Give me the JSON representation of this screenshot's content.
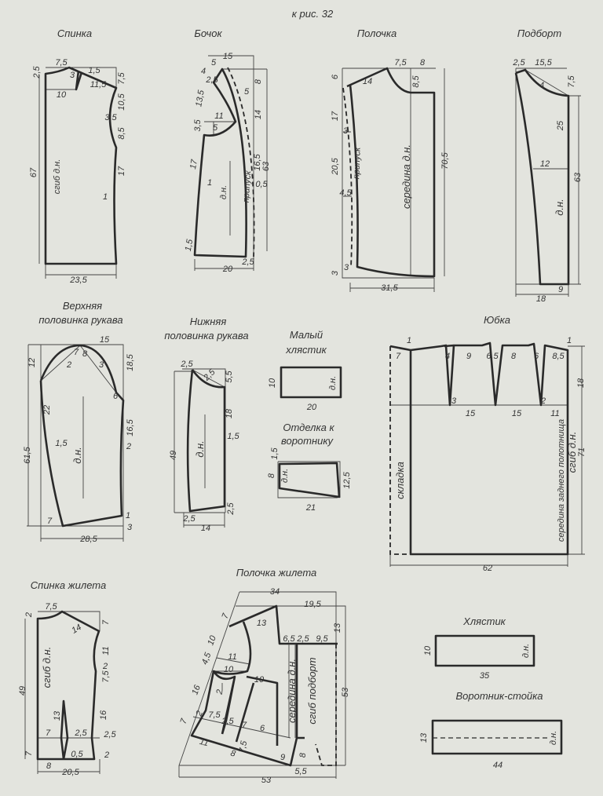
{
  "header": "к рис. 32",
  "spinka": {
    "title": "Спинка",
    "fold": "сгиб д.н.",
    "dims": [
      "2,5",
      "7,5",
      "3",
      "1,5",
      "11,5",
      "10",
      "7,5",
      "10,5",
      "3,5",
      "8,5",
      "17",
      "1",
      "67",
      "23,5"
    ]
  },
  "bochok": {
    "title": "Бочок",
    "grain": "д.н.",
    "allowance": "припуск",
    "dims": [
      "15",
      "5",
      "4",
      "2,5",
      "13,5",
      "5",
      "8",
      "11",
      "5",
      "3,5",
      "14",
      "17",
      "1",
      "16,5",
      "63",
      "0,5",
      "1,5",
      "2,5",
      "20"
    ]
  },
  "polochka": {
    "title": "Полочка",
    "allowance": "припуск",
    "center": "середина д.н.",
    "dims": [
      "7,5",
      "8",
      "6",
      "14",
      "8,5",
      "17",
      "3",
      "20,5",
      "4,5",
      "3",
      "3",
      "70,5",
      "31,5"
    ]
  },
  "podbort": {
    "title": "Подборт",
    "grain": "д.н.",
    "dims": [
      "2,5",
      "15,5",
      "7,5",
      "4",
      "25",
      "12",
      "63",
      "9",
      "18"
    ]
  },
  "upper_sleeve": {
    "title": [
      "Верхняя",
      "половинка рукава"
    ],
    "grain": "д.н.",
    "dims": [
      "15",
      "12",
      "18,5",
      "7",
      "8",
      "2",
      "3",
      "6",
      "22",
      "1,5",
      "61,5",
      "16,5",
      "2",
      "1",
      "3",
      "7",
      "28,5"
    ]
  },
  "lower_sleeve": {
    "title": [
      "Нижняя",
      "половинка рукава"
    ],
    "grain": "д.н.",
    "dims": [
      "2,5",
      "2,5",
      "5,5",
      "18",
      "1,5",
      "49",
      "2,5",
      "2,5",
      "14"
    ]
  },
  "small_tab": {
    "title": [
      "Малый",
      "хлястик"
    ],
    "grain": "д.н.",
    "dims": [
      "10",
      "20"
    ]
  },
  "collar_trim": {
    "title": [
      "Отделка к",
      "воротнику"
    ],
    "grain": "д.н.",
    "dims": [
      "1,5",
      "8",
      "12,5",
      "21"
    ]
  },
  "skirt": {
    "title": "Юбка",
    "pleat": "складка",
    "center": "середина заднего полотнища",
    "fold": "сгиб д.н.",
    "dims": [
      "1",
      "7",
      "4",
      "9",
      "6,5",
      "8",
      "6",
      "8,5",
      "1",
      "3",
      "2",
      "15",
      "15",
      "11",
      "18",
      "71",
      "62"
    ]
  },
  "vest_back": {
    "title": "Спинка жилета",
    "fold": "сгиб д.н.",
    "dims": [
      "2",
      "7,5",
      "14",
      "7",
      "11",
      "2",
      "7,5",
      "16",
      "2,5",
      "2,5",
      "7",
      "49",
      "13",
      "0,5",
      "2",
      "7",
      "8",
      "20,5"
    ]
  },
  "vest_front": {
    "title": "Полочка жилета",
    "center": "середина д.н.",
    "facing": "сгиб подборт",
    "dims": [
      "34",
      "19,5",
      "7",
      "13",
      "10",
      "6,5",
      "2,5",
      "9,5",
      "13",
      "4,5",
      "11",
      "10",
      "10",
      "2",
      "16",
      "53",
      "7",
      "2",
      "7,5",
      "2,5",
      "7",
      "6",
      "7,5",
      "11",
      "8",
      "9",
      "8",
      "5,5",
      "53"
    ]
  },
  "belt": {
    "title": "Хлястик",
    "grain": "д.н.",
    "dims": [
      "10",
      "35"
    ]
  },
  "collar_stand": {
    "title": "Воротник-стойка",
    "grain": "д.н.",
    "dims": [
      "13",
      "44"
    ]
  }
}
